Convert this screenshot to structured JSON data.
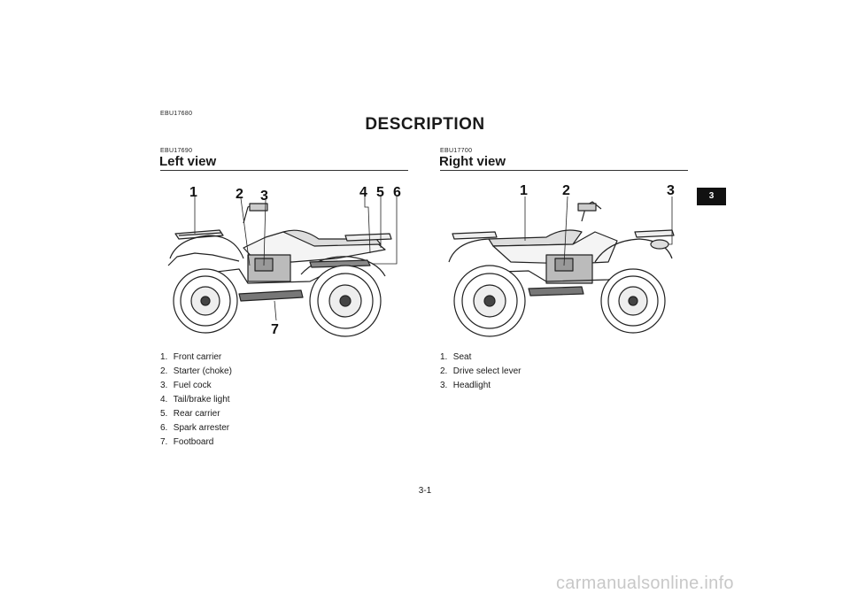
{
  "header": {
    "code": "EBU17680",
    "title": "DESCRIPTION"
  },
  "left_view": {
    "code": "EBU17690",
    "title": "Left view",
    "callouts": [
      "1",
      "2",
      "3",
      "4",
      "5",
      "6",
      "7"
    ],
    "items": [
      {
        "num": "1.",
        "label": "Front carrier"
      },
      {
        "num": "2.",
        "label": "Starter (choke)"
      },
      {
        "num": "3.",
        "label": "Fuel cock"
      },
      {
        "num": "4.",
        "label": "Tail/brake light"
      },
      {
        "num": "5.",
        "label": "Rear carrier"
      },
      {
        "num": "6.",
        "label": "Spark arrester"
      },
      {
        "num": "7.",
        "label": "Footboard"
      }
    ]
  },
  "right_view": {
    "code": "EBU17700",
    "title": "Right view",
    "callouts": [
      "1",
      "2",
      "3"
    ],
    "items": [
      {
        "num": "1.",
        "label": "Seat"
      },
      {
        "num": "2.",
        "label": "Drive select lever"
      },
      {
        "num": "3.",
        "label": "Headlight"
      }
    ]
  },
  "chapter_tab": "3",
  "page_number": "3-1",
  "watermark": "carmanualsonline.info"
}
